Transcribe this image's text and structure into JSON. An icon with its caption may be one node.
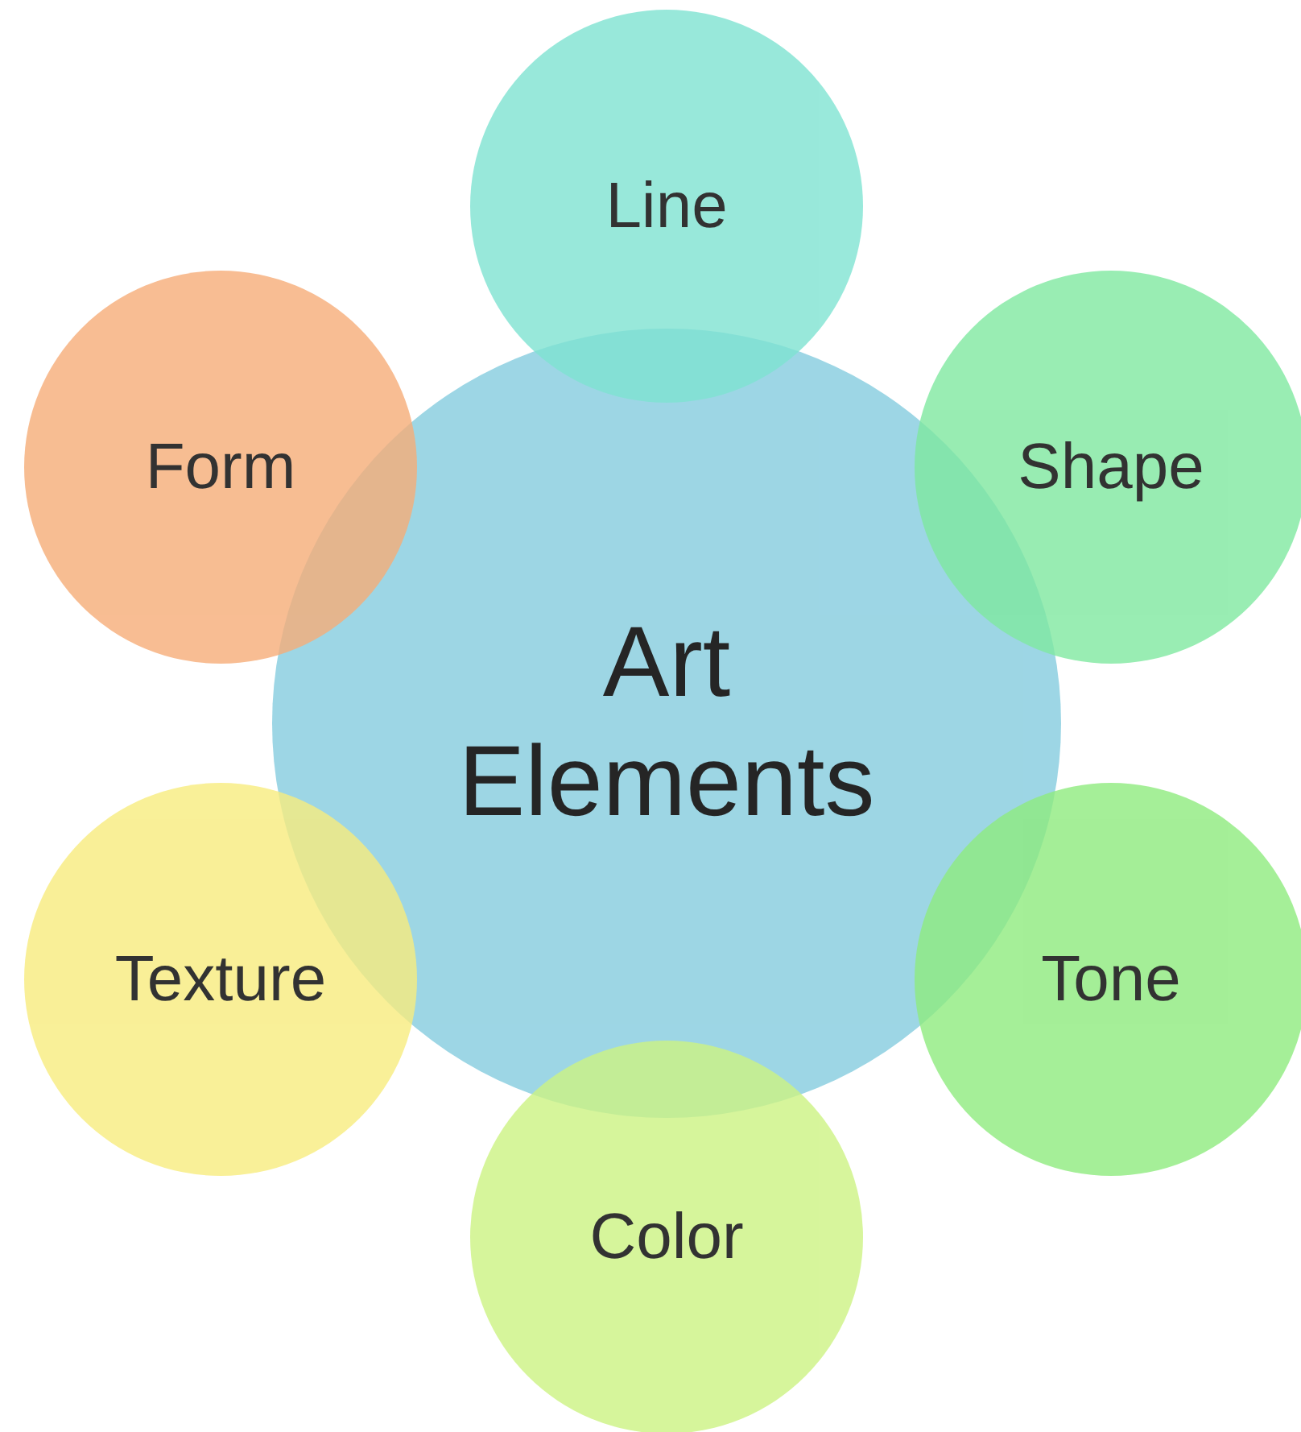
{
  "diagram": {
    "nodes": [
      {
        "text": [
          "Art Elements"
        ]
      },
      {
        "text": [
          "Line"
        ]
      },
      {
        "text": [
          "Shape"
        ]
      },
      {
        "text": [
          "Tone"
        ]
      },
      {
        "text": [
          "Color"
        ]
      },
      {
        "text": [
          "Texture"
        ]
      },
      {
        "text": [
          "Form"
        ]
      }
    ]
  }
}
